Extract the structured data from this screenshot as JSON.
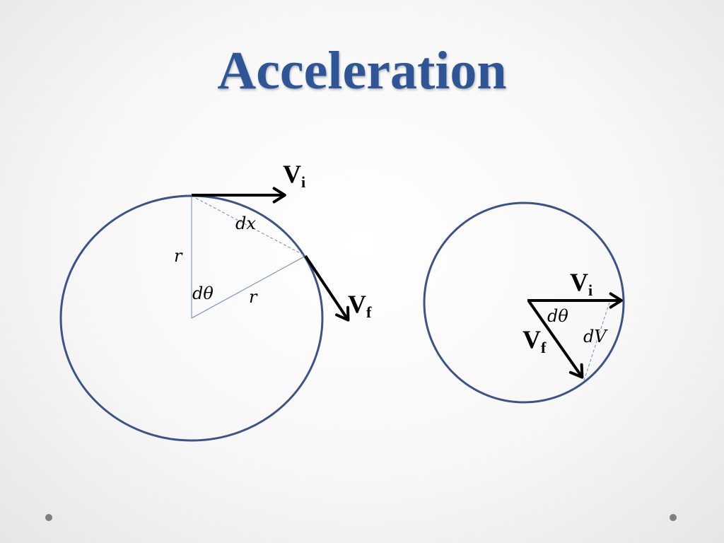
{
  "slide": {
    "title": "Acceleration"
  },
  "left_diagram": {
    "vi_label": "V",
    "vi_sub": "i",
    "vf_label": "V",
    "vf_sub": "f",
    "dx_label": "dx",
    "r_vertical_label": "r",
    "r_diagonal_label": "r",
    "dtheta_label": "dθ"
  },
  "right_diagram": {
    "vi_label": "V",
    "vi_sub": "i",
    "vf_label": "V",
    "vf_sub": "f",
    "dtheta_label": "dθ",
    "dv_label": "dV"
  },
  "colors": {
    "title": "#2f5597",
    "circle_stroke": "#3d5286",
    "thin_line": "#6f86bd",
    "vector": "#000000",
    "bullet": "#7f7f7f"
  }
}
